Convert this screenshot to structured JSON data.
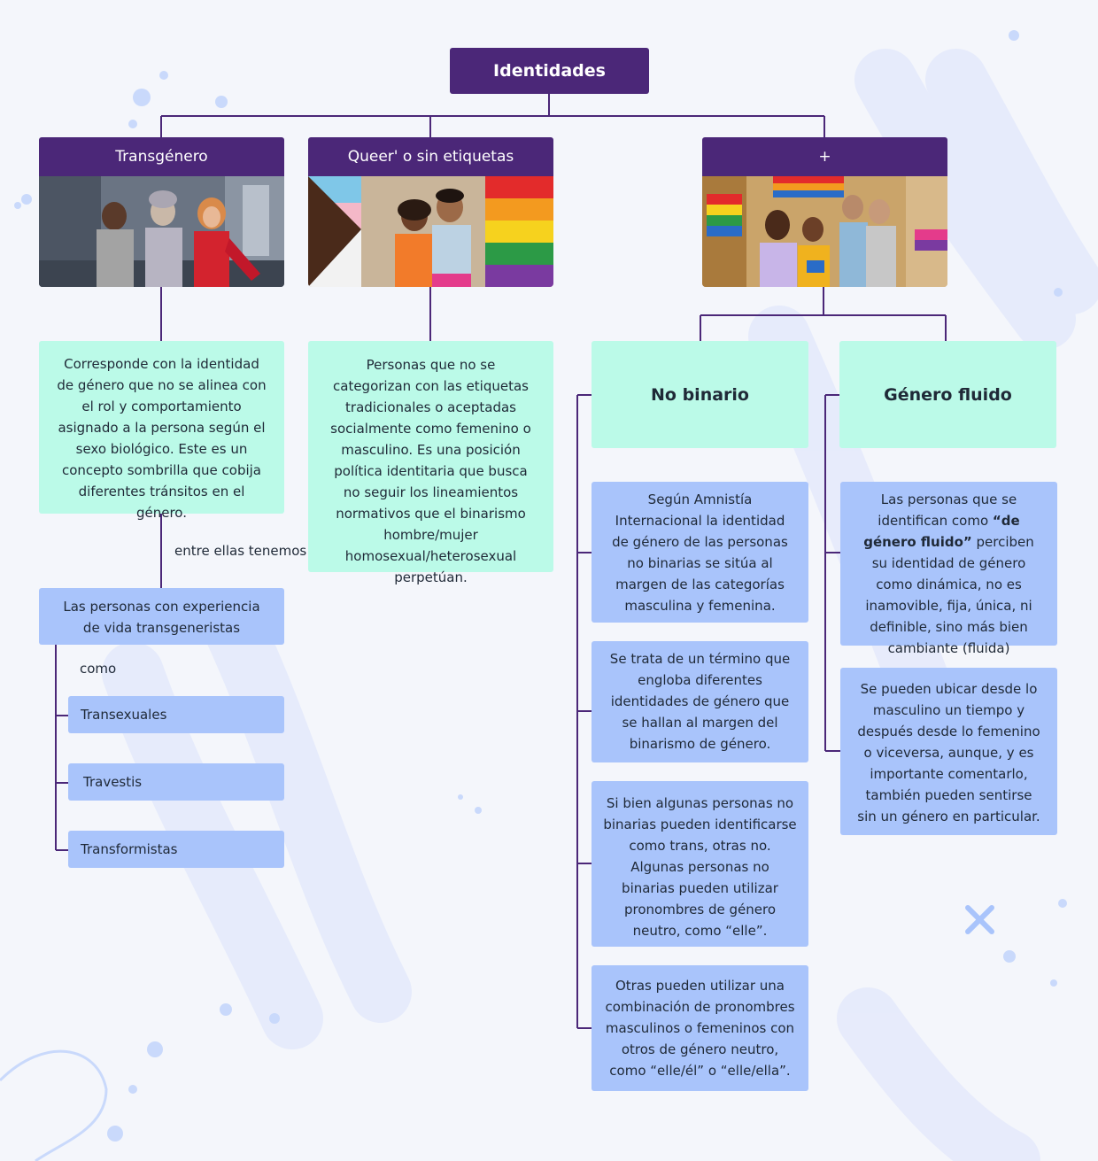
{
  "root": {
    "title": "Identidades"
  },
  "categories": [
    {
      "title": "Transgénero"
    },
    {
      "title": "Queer' o sin etiquetas"
    },
    {
      "title": "+"
    }
  ],
  "transgenero": {
    "description": "Corresponde con la identidad de género que no se alinea con el rol y comportamiento asignado a la persona según el sexo biológico. Este es un concepto sombrilla que cobija diferentes tránsitos en el género.",
    "connector_label": "entre ellas tenemos",
    "experience_box": "Las personas con experiencia de vida transgeneristas",
    "como_label": "como",
    "types": [
      "Transexuales",
      "Travestis",
      "Transformistas"
    ]
  },
  "queer": {
    "description": "Personas que no se categorizan con las etiquetas tradicionales o aceptadas socialmente como femenino o masculino. Es una posición política identitaria que busca no seguir los lineamientos normativos que el binarismo hombre/mujer homosexual/heterosexual perpetúan."
  },
  "no_binario": {
    "title": "No binario",
    "items": [
      "Según Amnistía Internacional la identidad de género de las personas no binarias se sitúa al margen de las categorías masculina y femenina.",
      "Se trata de un término que engloba diferentes identidades de género que se hallan al margen del binarismo de género.",
      "Si bien algunas personas no binarias pueden identificarse como trans, otras no. Algunas personas no binarias pueden utilizar pronombres de género neutro, como “elle”.",
      "Otras pueden utilizar una combinación de pronombres masculinos o femeninos con otros de género neutro, como “elle/él” o “elle/ella”."
    ]
  },
  "genero_fluido": {
    "title": "Género fluido",
    "item1_pre": "Las personas que se identifican como ",
    "item1_bold": "“de género fluido”",
    "item1_post": " perciben su identidad de género como dinámica, no es inamovible, fija, única, ni definible, sino más bien cambiante (fluida)",
    "item2": "Se pueden ubicar desde lo masculino un tiempo y después desde lo femenino o viceversa, aunque, y es importante comentarlo, también pueden sentirse sin un género en particular."
  },
  "colors": {
    "header": "#4b2778",
    "mint": "#bbfae8",
    "blue": "#a9c4fb",
    "background": "#f4f6fb"
  }
}
